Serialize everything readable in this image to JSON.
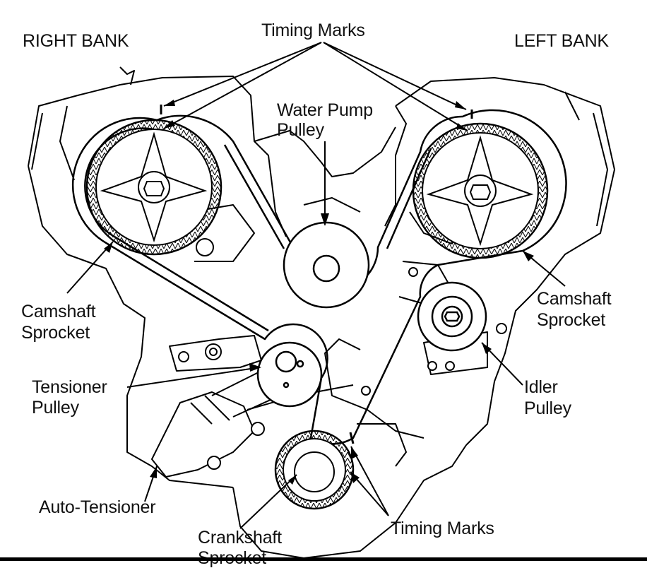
{
  "labels": {
    "right_bank": "RIGHT BANK",
    "left_bank": "LEFT BANK",
    "timing_marks_top": "Timing Marks",
    "water_pump_line1": "Water Pump",
    "water_pump_line2": "Pulley",
    "camshaft_right_line1": "Camshaft",
    "camshaft_right_line2": "Sprocket",
    "camshaft_left_line1": "Camshaft",
    "camshaft_left_line2": "Sprocket",
    "tensioner_line1": "Tensioner",
    "tensioner_line2": "Pulley",
    "idler_line1": "Idler",
    "idler_line2": "Pulley",
    "auto_tensioner": "Auto-Tensioner",
    "crankshaft_line1": "Crankshaft",
    "crankshaft_line2": "Sprocket",
    "timing_marks_bottom": "Timing Marks"
  },
  "colors": {
    "ink": "#000000",
    "paper": "#ffffff"
  }
}
